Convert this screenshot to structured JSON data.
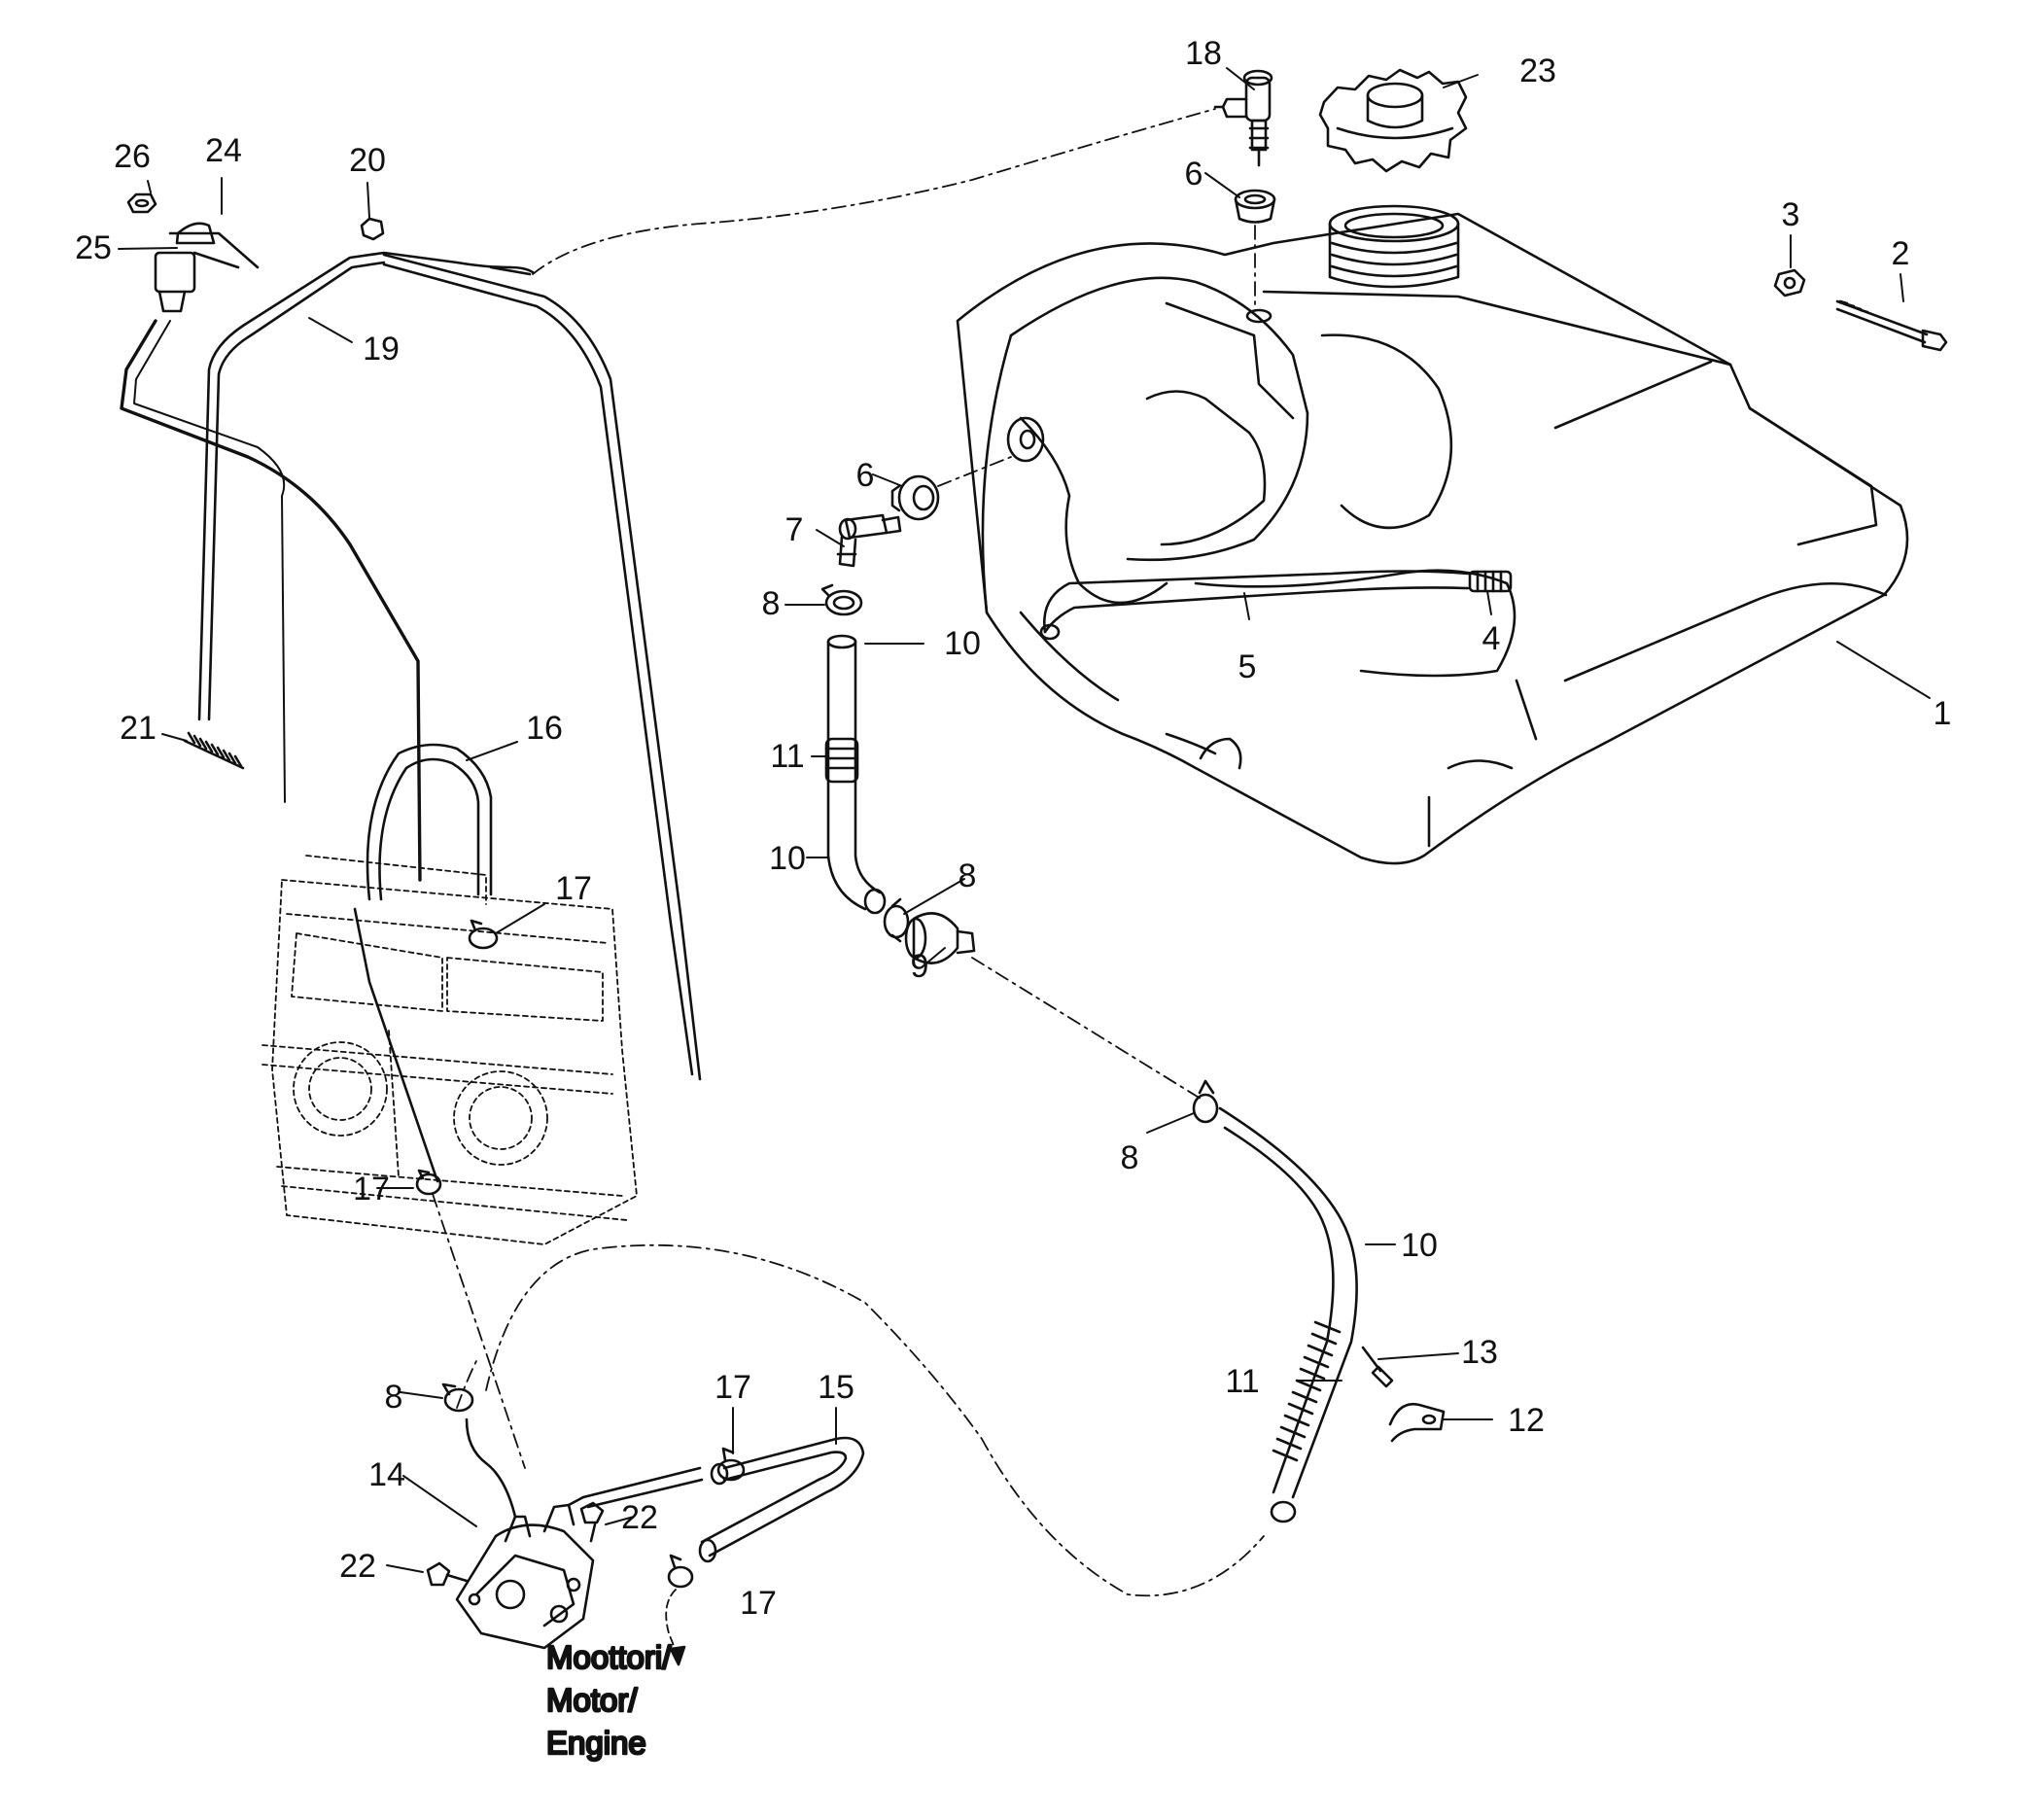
{
  "colors": {
    "line": "#111111",
    "background": "#ffffff"
  },
  "callouts": [
    {
      "id": "c1",
      "text": "1"
    },
    {
      "id": "c2",
      "text": "2"
    },
    {
      "id": "c3",
      "text": "3"
    },
    {
      "id": "c4",
      "text": "4"
    },
    {
      "id": "c5",
      "text": "5"
    },
    {
      "id": "c6a",
      "text": "6"
    },
    {
      "id": "c6b",
      "text": "6"
    },
    {
      "id": "c7",
      "text": "7"
    },
    {
      "id": "c8a",
      "text": "8"
    },
    {
      "id": "c8b",
      "text": "8"
    },
    {
      "id": "c8c",
      "text": "8"
    },
    {
      "id": "c8d",
      "text": "8"
    },
    {
      "id": "c9",
      "text": "9"
    },
    {
      "id": "c10a",
      "text": "10"
    },
    {
      "id": "c10b",
      "text": "10"
    },
    {
      "id": "c10c",
      "text": "10"
    },
    {
      "id": "c11a",
      "text": "11"
    },
    {
      "id": "c11b",
      "text": "11"
    },
    {
      "id": "c12",
      "text": "12"
    },
    {
      "id": "c13",
      "text": "13"
    },
    {
      "id": "c14",
      "text": "14"
    },
    {
      "id": "c15",
      "text": "15"
    },
    {
      "id": "c16",
      "text": "16"
    },
    {
      "id": "c17a",
      "text": "17"
    },
    {
      "id": "c17b",
      "text": "17"
    },
    {
      "id": "c17c",
      "text": "17"
    },
    {
      "id": "c17d",
      "text": "17"
    },
    {
      "id": "c18",
      "text": "18"
    },
    {
      "id": "c19",
      "text": "19"
    },
    {
      "id": "c20",
      "text": "20"
    },
    {
      "id": "c21",
      "text": "21"
    },
    {
      "id": "c22a",
      "text": "22"
    },
    {
      "id": "c22b",
      "text": "22"
    },
    {
      "id": "c23",
      "text": "23"
    },
    {
      "id": "c24",
      "text": "24"
    },
    {
      "id": "c25",
      "text": "25"
    },
    {
      "id": "c26",
      "text": "26"
    }
  ],
  "engine_note": [
    "Moottori/",
    "Motor/",
    "Engine"
  ]
}
